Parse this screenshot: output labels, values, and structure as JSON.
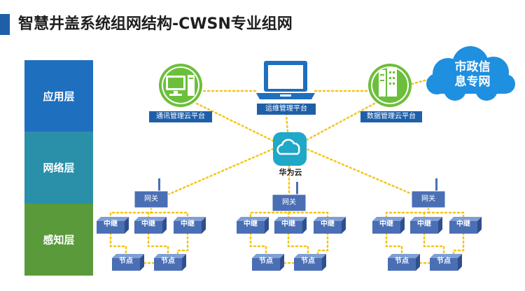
{
  "page": {
    "title": "智慧井盖系统组网结构-CWSN专业组网"
  },
  "layers": [
    {
      "label": "应用层",
      "color": "#1f6fbf"
    },
    {
      "label": "网络层",
      "color": "#2a8fa8"
    },
    {
      "label": "感知层",
      "color": "#5a9a3a"
    }
  ],
  "apps": {
    "communication": "通讯管理云平台",
    "operations": "运维管理平台",
    "data": "数据管理云平台"
  },
  "municipal_cloud": {
    "line1": "市政信",
    "line2": "息专网"
  },
  "huawei_cloud": "华为云",
  "gateway_label": "网关",
  "relay_label": "中继",
  "node_label": "节点",
  "colors": {
    "accent": "#1f5fa8",
    "link": "#f5c518",
    "device": "#4a6fb5"
  }
}
